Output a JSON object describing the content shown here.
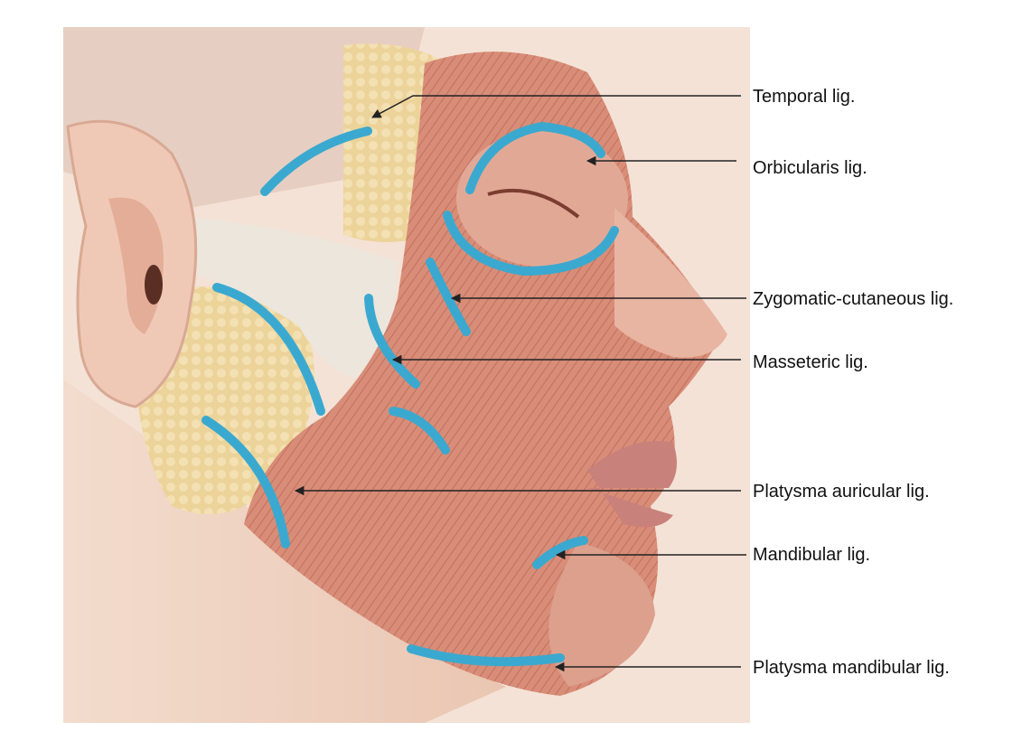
{
  "colors": {
    "background": "#ffffff",
    "skin": "#f2d2bf",
    "muscle": "#d88d78",
    "muscle_dark": "#b8614c",
    "fat": "#ecd39a",
    "fascia": "#ece6dd",
    "ligament_marker": "#3ba9cf",
    "leader_line": "#222222"
  },
  "illustration": {
    "subject": "face-anatomy-lateral-view"
  },
  "labels": [
    {
      "id": "temporal",
      "text": "Temporal lig."
    },
    {
      "id": "orbicularis",
      "text": "Orbicularis lig."
    },
    {
      "id": "zygomatic-cutaneous",
      "text": "Zygomatic-cutaneous lig."
    },
    {
      "id": "masseteric",
      "text": "Masseteric lig."
    },
    {
      "id": "platysma-auricular",
      "text": "Platysma auricular lig."
    },
    {
      "id": "mandibular",
      "text": "Mandibular lig."
    },
    {
      "id": "platysma-mandibular",
      "text": "Platysma mandibular lig."
    }
  ]
}
